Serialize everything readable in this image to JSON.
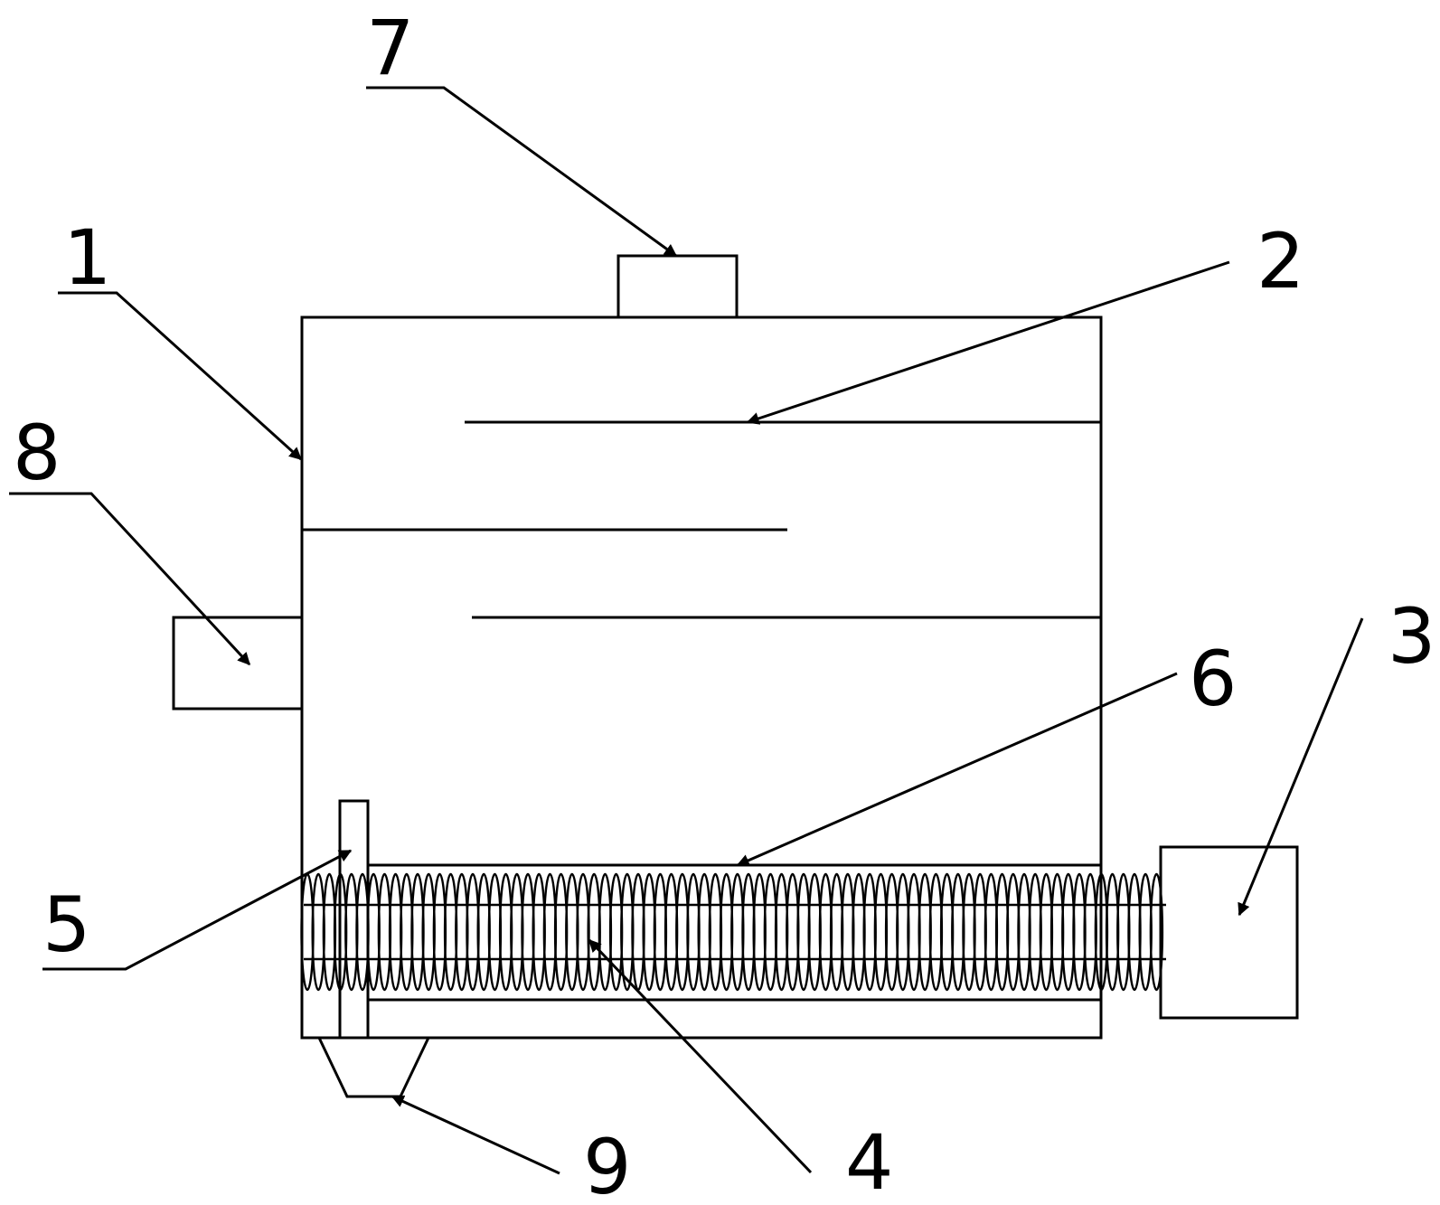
{
  "diagram": {
    "labels": [
      {
        "id": "1",
        "text": "1"
      },
      {
        "id": "2",
        "text": "2"
      },
      {
        "id": "3",
        "text": "3"
      },
      {
        "id": "4",
        "text": "4"
      },
      {
        "id": "5",
        "text": "5"
      },
      {
        "id": "6",
        "text": "6"
      },
      {
        "id": "7",
        "text": "7"
      },
      {
        "id": "8",
        "text": "8"
      },
      {
        "id": "9",
        "text": "9"
      }
    ]
  }
}
